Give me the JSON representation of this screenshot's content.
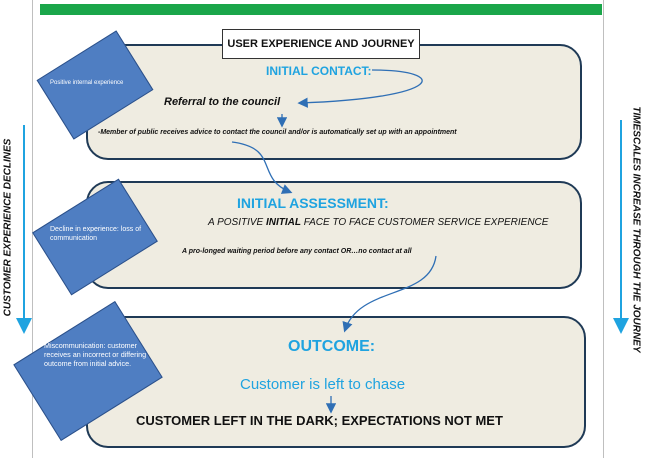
{
  "title": "USER EXPERIENCE AND JOURNEY",
  "left_axis_label": "CUSTOMER EXPERIENCE DECLINES",
  "right_axis_label": "TIMESCALES INCREASE THROUGH THE JOURNEY",
  "stages": {
    "initial_contact": {
      "heading": "INITIAL CONTACT:",
      "subheading": "Referral to the council",
      "note": "-Member of public receives advice to contact the council and/or is automatically set up with an appointment"
    },
    "initial_assessment": {
      "heading": "INITIAL ASSESSMENT:",
      "sub_prefix": "A POSITIVE ",
      "sub_emph": "INITIAL",
      "sub_suffix": " FACE TO FACE CUSTOMER SERVICE EXPERIENCE",
      "note": "A pro-longed waiting period before any contact OR…no contact at all"
    },
    "outcome": {
      "heading": "OUTCOME:",
      "subheading": "Customer is left to chase",
      "conclusion": "CUSTOMER LEFT IN THE DARK; EXPECTATIONS NOT MET"
    }
  },
  "experience_boxes": [
    "Positive internal experience",
    "Decline in experience: loss of communication",
    "Miscommunication: customer receives an incorrect or differing outcome from initial advice."
  ],
  "colors": {
    "accent_blue": "#1fa3e0",
    "box_blue": "#4f7ec2",
    "stage_fill": "#efece1",
    "stage_border": "#1f3a56",
    "header_green": "#1aa64a"
  }
}
